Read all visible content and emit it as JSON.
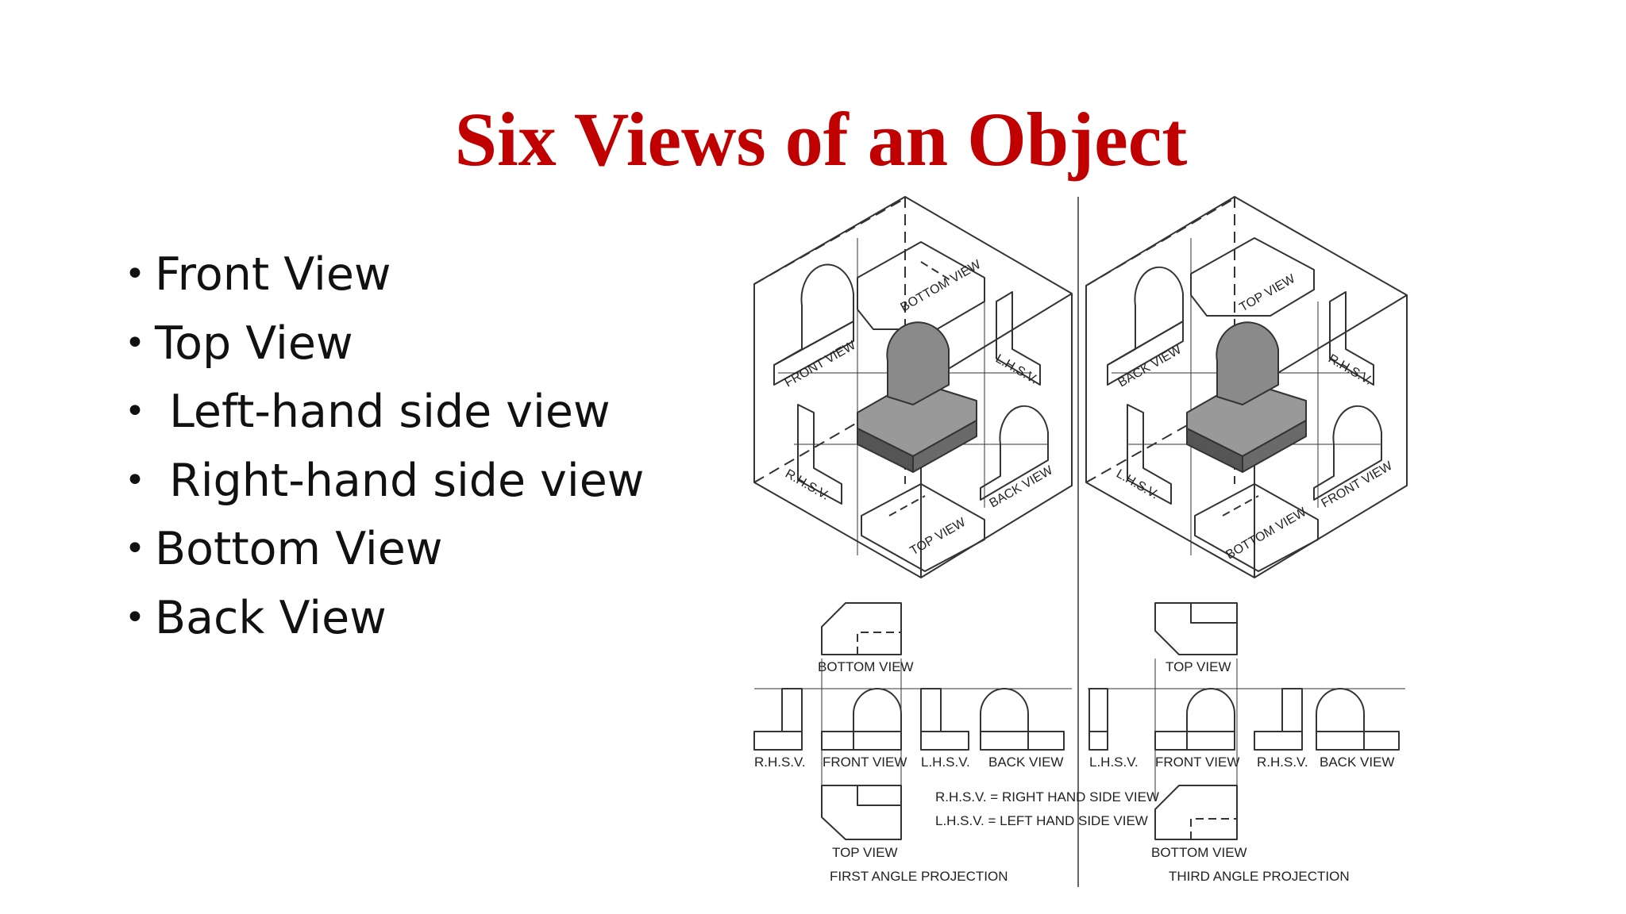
{
  "slide": {
    "title": "Six Views of an Object",
    "bullets": [
      "Front View",
      "Top View",
      " Left-hand side view",
      " Right-hand side view",
      "Bottom View",
      "Back View"
    ]
  },
  "diagram": {
    "first_angle": {
      "iso_labels": {
        "bottom_view": "BOTTOM VIEW",
        "front_view": "FRONT VIEW",
        "lhsv": "L.H.S.V.",
        "rhsv": "R.H.S.V.",
        "back_view": "BACK VIEW",
        "top_view": "TOP VIEW"
      },
      "ortho_labels": {
        "bottom_view": "BOTTOM VIEW",
        "rhsv": "R.H.S.V.",
        "front_view": "FRONT VIEW",
        "lhsv": "L.H.S.V.",
        "back_view": "BACK VIEW",
        "top_view": "TOP VIEW"
      },
      "caption": "FIRST ANGLE PROJECTION"
    },
    "third_angle": {
      "iso_labels": {
        "top_view": "TOP VIEW",
        "back_view": "BACK VIEW",
        "rhsv": "R.H.S.V.",
        "lhsv": "L.H.S.V.",
        "front_view": "FRONT VIEW",
        "bottom_view": "BOTTOM VIEW"
      },
      "ortho_labels": {
        "top_view": "TOP VIEW",
        "lhsv": "L.H.S.V.",
        "front_view": "FRONT VIEW",
        "rhsv": "R.H.S.V.",
        "back_view": "BACK VIEW",
        "bottom_view": "BOTTOM VIEW"
      },
      "caption": "THIRD ANGLE PROJECTION"
    },
    "legend": [
      "R.H.S.V. = RIGHT HAND SIDE VIEW",
      "L.H.S.V. = LEFT HAND SIDE VIEW"
    ],
    "colors": {
      "line": "#333333",
      "solid_top": "#999999",
      "solid_side": "#6a6a6a",
      "solid_dark": "#555555"
    }
  }
}
